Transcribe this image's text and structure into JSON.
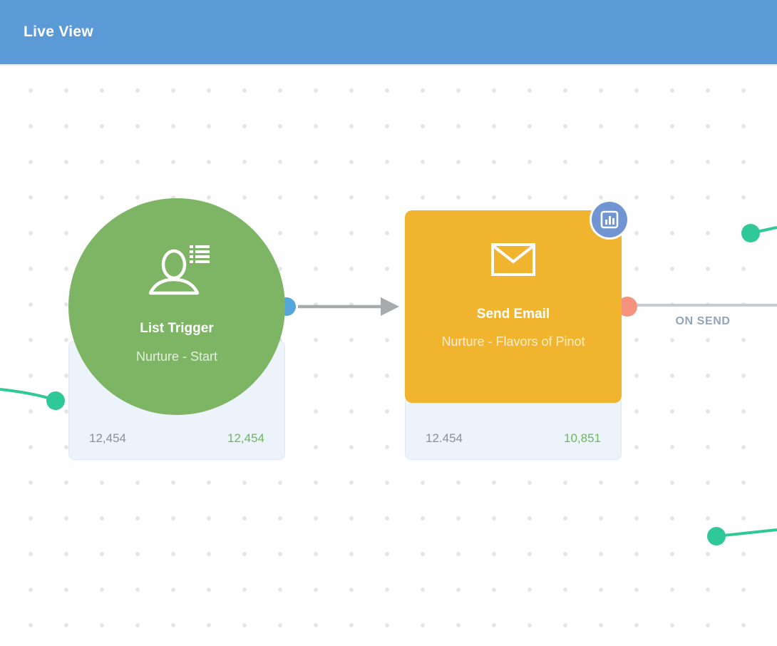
{
  "header": {
    "title": "Live View",
    "bg_color": "#5b9ad6"
  },
  "canvas": {
    "nodes": [
      {
        "id": "list-trigger",
        "kind": "trigger",
        "shape": "circle",
        "color": "#7db565",
        "icon": "person-list-icon",
        "title": "List Trigger",
        "subtitle": "Nurture - Start",
        "stats": {
          "entered": "12,454",
          "completed": "12,454"
        }
      },
      {
        "id": "send-email",
        "kind": "action",
        "shape": "rounded-rect",
        "color": "#f1b42f",
        "icon": "envelope-icon",
        "badge_icon": "bar-chart-icon",
        "title": "Send Email",
        "subtitle": "Nurture - Flavors of Pinot",
        "stats": {
          "entered": "12.454",
          "completed": "10,851"
        }
      }
    ],
    "edge_label": "ON SEND",
    "colors": {
      "teal_edge": "#2fc998",
      "arrow_gray": "#a8abac",
      "line_gray": "#c6ccd3",
      "output_handle_blue": "#55a6da",
      "output_handle_salmon": "#f4927d",
      "stat_gray": "#8a9096",
      "stat_green": "#6cb85c",
      "badge_blue": "#7195d3"
    }
  }
}
